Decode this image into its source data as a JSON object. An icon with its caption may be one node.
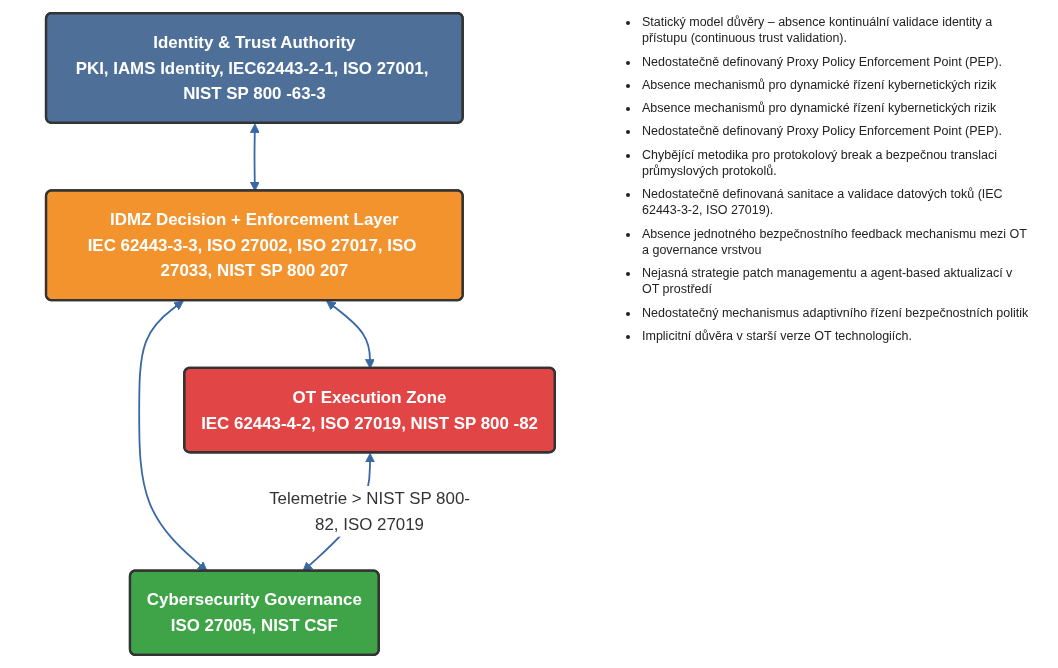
{
  "diagram": {
    "nodes": [
      {
        "text": [
          "Identity & Trust Authority",
          "PKI, IAMS Identity, IEC62443-2-1, ISO 27001, NIST SP 800 -63-3"
        ]
      },
      {
        "text": [
          "IDMZ Decision + Enforcement Layer",
          "IEC 62443-3-3, ISO 27002, ISO 27017, ISO 27033, NIST SP 800 207"
        ]
      },
      {
        "text": [
          "OT Execution Zone",
          "IEC 62443-4-2, ISO 27019, NIST SP 800 -82"
        ]
      },
      {
        "text": [
          "Cybersecurity Governance",
          "ISO 27005, NIST CSF"
        ]
      }
    ],
    "edges": [
      {
        "from": 0,
        "to": 1,
        "arrow": "both"
      },
      {
        "from": 1,
        "to": 2,
        "arrow": "both"
      },
      {
        "from": 1,
        "to": 3,
        "arrow": "both"
      },
      {
        "from": 2,
        "to": 3,
        "arrow": "both",
        "label": "Telemetrie > NIST SP 800-82, ISO 27019"
      }
    ],
    "labels": [
      "Statický model důvěry – absence kontinuální validace identity a přístupu (continuous trust validation).",
      "Nedostatečně definovaný Proxy Policy Enforcement Point (PEP).",
      "Absence mechanismů pro dynamické řízení kybernetických rizik",
      "Absence mechanismů pro dynamické řízení kybernetických rizik",
      "Nedostatečně definovaný Proxy Policy Enforcement Point (PEP).",
      "Chybějící metodika pro protokolový break a bezpečnou translaci průmyslových protokolů.",
      "Nedostatečně definovaná sanitace a validace datových toků (IEC 62443-3-2, ISO 27019).",
      "Absence jednotného bezpečnostního feedback mechanismu mezi OT a governance vrstvou",
      "Nejasná strategie patch managementu a agent-based aktualizací v OT prostředí",
      "Nedostatečný mechanismus adaptivního řízení bezpečnostních politik",
      "Implicitní důvěra v starší verze OT technologiích."
    ]
  }
}
